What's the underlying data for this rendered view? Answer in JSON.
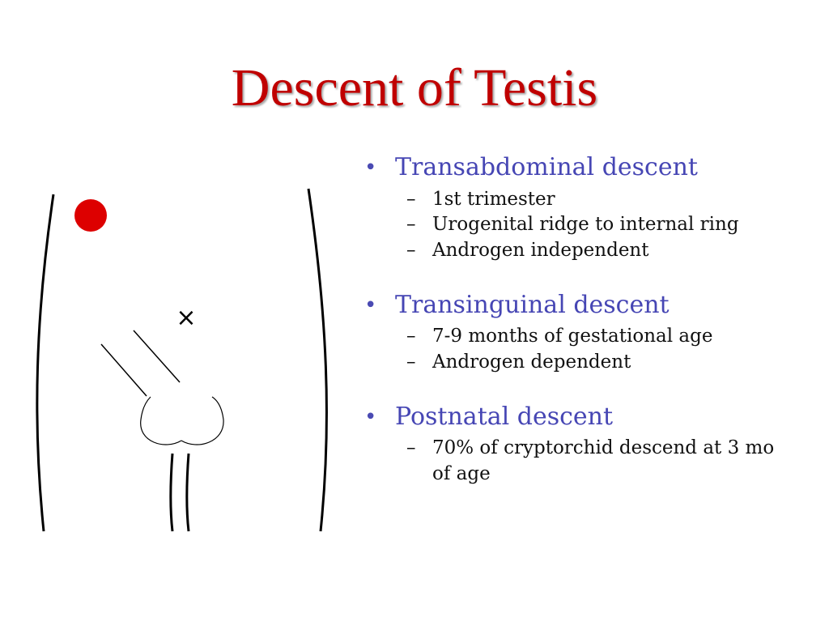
{
  "slide": {
    "title": "Descent of Testis"
  },
  "colors": {
    "title": "#c00000",
    "bullet": "#4646b4",
    "subtext": "#111111",
    "testis_dot": "#dd0000"
  },
  "icons": {
    "cross_mark": "cross-mark-icon",
    "testis": "testis-dot-icon"
  },
  "markers": {
    "bullet": "•",
    "sub": "–",
    "cross": "×"
  },
  "bullets": [
    {
      "text": "Transabdominal descent",
      "sub": [
        "1st trimester",
        "Urogenital ridge to internal ring",
        "Androgen independent"
      ]
    },
    {
      "text": "Transinguinal descent",
      "sub": [
        "7-9 months of gestational age",
        "Androgen dependent"
      ]
    },
    {
      "text": "Postnatal descent",
      "sub": [
        "70% of cryptorchid descend at 3 mo of age"
      ]
    }
  ]
}
